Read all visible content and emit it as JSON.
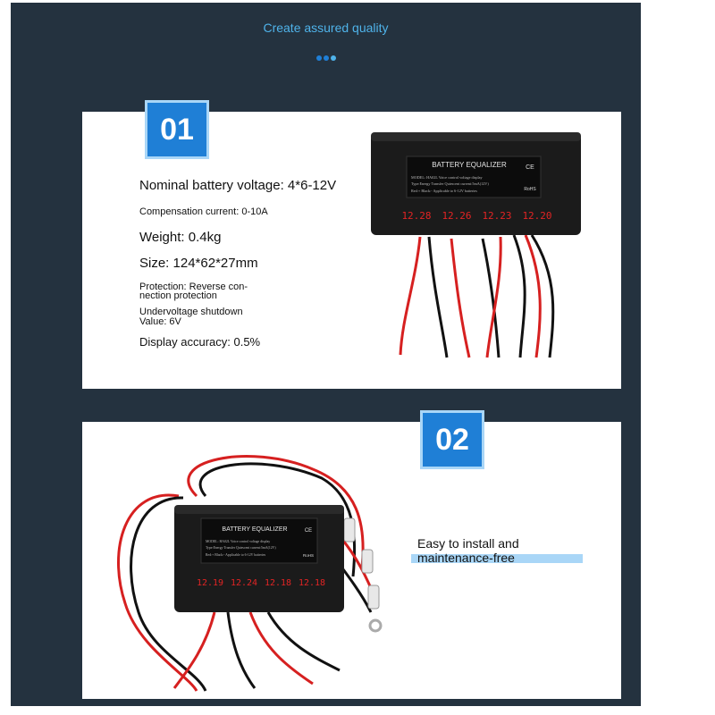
{
  "header": {
    "title": "Create assured quality",
    "dot_colors": [
      "#1f7fd6",
      "#1f7fd6",
      "#4fb3ea"
    ]
  },
  "section1": {
    "badge": "01",
    "specs": [
      "Nominal battery voltage: 4*6-12V",
      "Compensation current: 0-10A",
      "Weight: 0.4kg",
      "Size: 124*62*27mm",
      "Protection: Reverse con-",
      "nection protection",
      "Undervoltage shutdown",
      "Value: 6V",
      "Display accuracy: 0.5%"
    ],
    "device": {
      "label": "BATTERY EQUALIZER",
      "model_line": "MODEL: HA02L  Voice control voltage display",
      "type_line": "Type:Energy Transfer  Quiescent current:5mA(12V)",
      "wire_line": "Red:+  Black:-    Applicable to 6-12V batteries",
      "ce": "CE",
      "rohs": "RoHS",
      "readings": [
        "12.28",
        "12.26",
        "12.23",
        "12.20"
      ]
    }
  },
  "section2": {
    "badge": "02",
    "callout_line1": "Easy to install and",
    "callout_line2": "maintenance-free",
    "device": {
      "label": "BATTERY EQUALIZER",
      "model_line": "MODEL: HA02L  Voice control voltage display",
      "type_line": "Type:Energy Transfer  Quiescent current:5mA(12V)",
      "wire_line": "Red:+  Black:-    Applicable to 6-12V batteries",
      "ce": "CE",
      "rohs": "RoHS",
      "readings": [
        "12.19",
        "12.24",
        "12.18",
        "12.18"
      ]
    }
  }
}
